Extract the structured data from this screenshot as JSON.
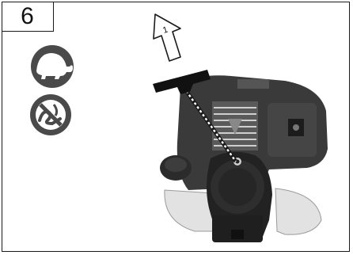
{
  "step": {
    "number": "6"
  },
  "arrow": {
    "label": "1"
  },
  "icons": [
    {
      "name": "slow-speed-turtle-icon",
      "meaning": "slow"
    },
    {
      "name": "no-jerk-pull-icon",
      "meaning": "prohibited"
    }
  ],
  "colors": {
    "icon_fill": "#4a4a4a",
    "line": "#1a1a1a",
    "engine_dark": "#2b2b2b"
  }
}
